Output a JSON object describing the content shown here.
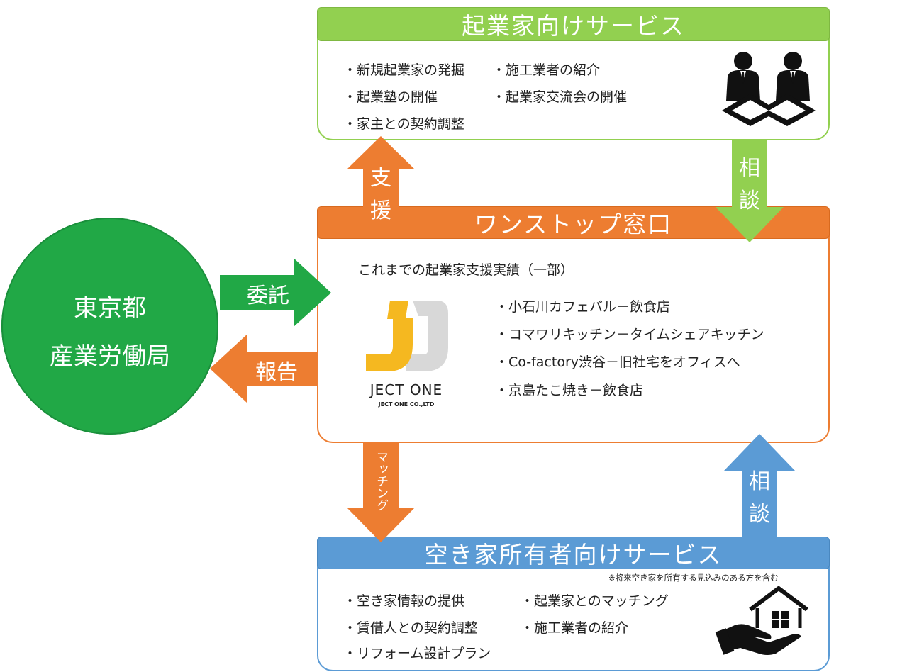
{
  "tokyo": {
    "line1": "東京都",
    "line2": "産業労働局",
    "color": "#21a846"
  },
  "entrepreneur_service": {
    "title": "起業家向けサービス",
    "color": "#92d050",
    "items": [
      "・新規起業家の発掘",
      "・施工業者の紹介",
      "・起業塾の開催",
      "・起業家交流会の開催",
      "・家主との契約調整"
    ],
    "icon": "business-meeting-icon"
  },
  "one_stop": {
    "title": "ワンストップ窓口",
    "color": "#ed7d31",
    "subtitle": "これまでの起業家支援実績（一部）",
    "logo_text": "JECT ONE",
    "logo_subtext": "JECT ONE CO.,LTD",
    "achievements": [
      "・小石川カフェバル－飲食店",
      "・コマワリキッチン－タイムシェアキッチン",
      "・Co-factory渋谷－旧社宅をオフィスへ",
      "・京島たこ焼き－飲食店"
    ]
  },
  "owner_service": {
    "title": "空き家所有者向けサービス",
    "color": "#5b9bd5",
    "note": "※将来空き家を所有する見込みのある方を含む",
    "items": [
      "・空き家情報の提供",
      "・起業家とのマッチング",
      "・賃借人との契約調整",
      "・施工業者の紹介",
      "・リフォーム設計プラン"
    ],
    "icon": "house-hand-icon"
  },
  "arrows": {
    "support_1": "支",
    "support_2": "援",
    "consult_top_1": "相",
    "consult_top_2": "談",
    "commission": "委託",
    "report": "報告",
    "matching": "マッチング",
    "consult_bottom_1": "相",
    "consult_bottom_2": "談"
  }
}
